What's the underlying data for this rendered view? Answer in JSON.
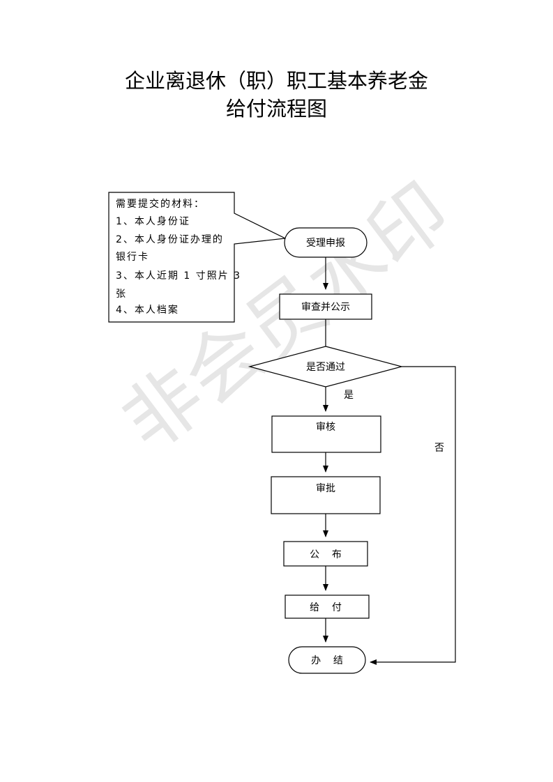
{
  "title_line1": "企业离退休（职）职工基本养老金",
  "title_line2": "给付流程图",
  "watermark": "非会员水印",
  "materials": {
    "heading": "需要提交的材料：",
    "items": [
      "1、本人身份证",
      "2、本人身份证办理的",
      "银行卡",
      "3、本人近期 1 寸照片 3",
      "张",
      "4、本人档案"
    ]
  },
  "nodes": {
    "accept": "受理申报",
    "review_publish": "审查并公示",
    "decision": "是否通过",
    "audit": "审核",
    "approve": "审批",
    "announce": "公    布",
    "pay": "给    付",
    "finish": "办    结"
  },
  "edge_labels": {
    "yes": "是",
    "no": "否"
  }
}
